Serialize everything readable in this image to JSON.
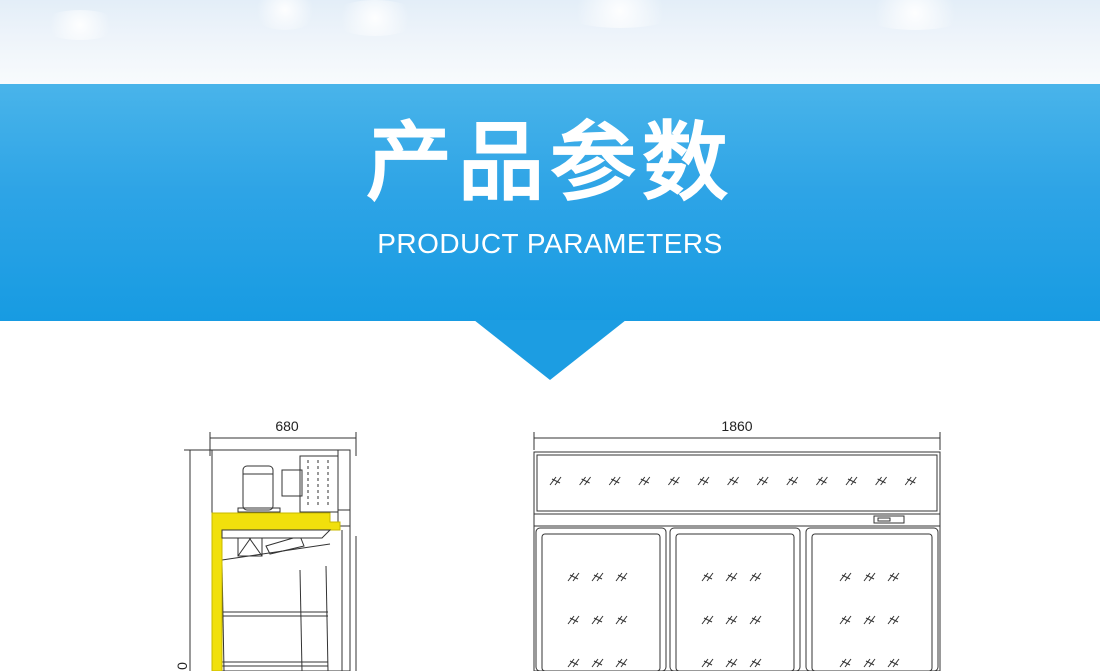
{
  "header": {
    "title_cn": "产品参数",
    "title_en": "PRODUCT PARAMETERS"
  },
  "drawing": {
    "side_view": {
      "width_label": "680",
      "height_label_partial": "0"
    },
    "front_view": {
      "width_label": "1860",
      "door_count": 3
    }
  },
  "colors": {
    "banner": "#2ea4e6",
    "insulation": "#f1e00c",
    "line": "#333333"
  }
}
